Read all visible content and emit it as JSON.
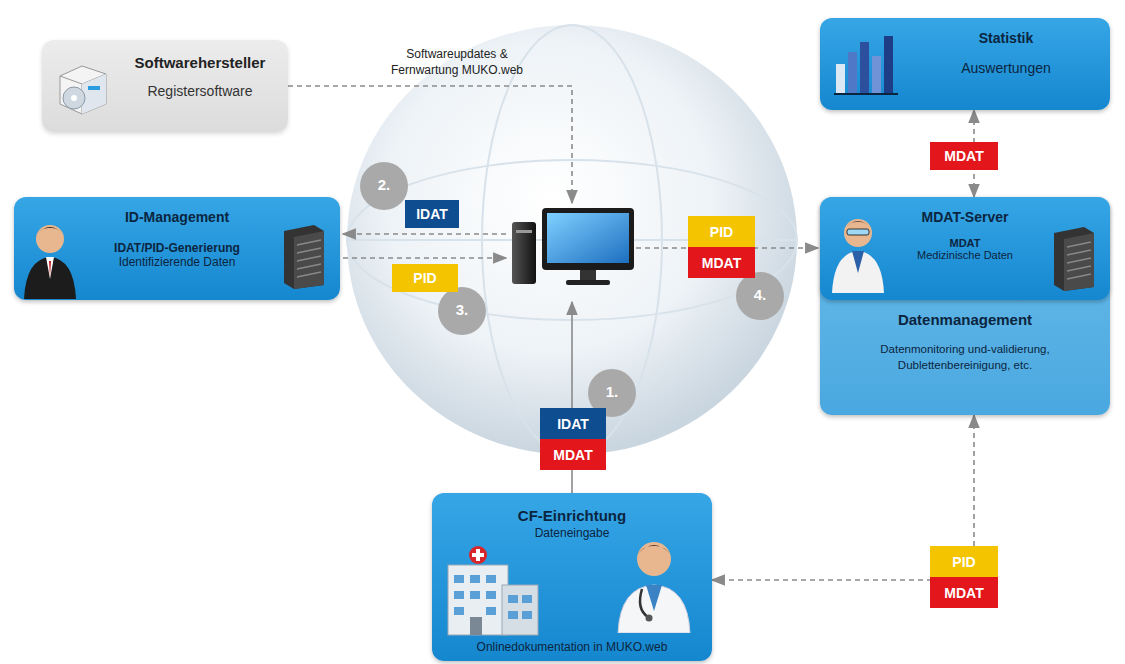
{
  "diagram": {
    "nodes": [
      {
        "text": [
          "Softwarehersteller",
          "Registersoftware"
        ]
      },
      {
        "text": [
          "Statistik",
          "Auswertungen"
        ]
      },
      {
        "text": [
          "ID-Management",
          "IDAT/PID-Generierung",
          "Identifizierende Daten"
        ]
      },
      {
        "text": [
          "IDAT"
        ]
      },
      {
        "text": [
          "PID"
        ]
      },
      {
        "text": [
          "PID"
        ]
      },
      {
        "text": [
          "MDAT"
        ]
      },
      {
        "text": [
          "MDAT"
        ]
      },
      {
        "text": [
          "Datenmanagement",
          "Datenmonitoring und-validierung, Dublettenbereinigung, etc."
        ]
      },
      {
        "text": [
          "MDAT-Server",
          "MDAT",
          "Medizinische Daten"
        ],
        "in": 8
      },
      {
        "text": [
          "IDAT"
        ]
      },
      {
        "text": [
          "MDAT"
        ]
      },
      {
        "text": [
          "PID"
        ]
      },
      {
        "text": [
          "MDAT"
        ]
      },
      {
        "text": [
          "CF-Einrichtung",
          "Dateneingabe",
          "Onlinedokumentation in MUKO.web"
        ]
      }
    ],
    "edges": [
      {
        "from": 9,
        "to": 1,
        "arrow": "both"
      },
      {
        "from": 8,
        "to": 14,
        "arrow": "both"
      }
    ],
    "labels": [
      "Softwareupdates & Fernwartung MUKO.web",
      "2.",
      "3.",
      "4.",
      "1."
    ]
  }
}
